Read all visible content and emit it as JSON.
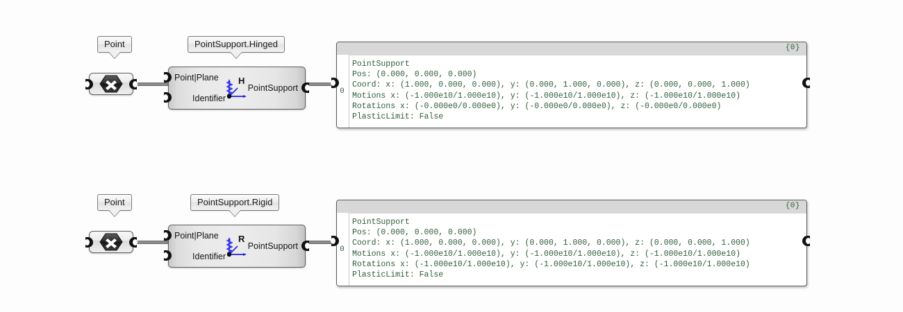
{
  "app": {
    "canvas_name": "grasshopper-canvas",
    "background": "#fdfdfd",
    "wire_color": "#8a8a8a",
    "text_color": "#2f5d3a",
    "icon_accent": "#2020e0"
  },
  "rows": [
    {
      "id": "hinged",
      "point_label": "Point",
      "component_label": "PointSupport.Hinged",
      "component": {
        "input_a": "Point|Plane",
        "input_b": "Identifier",
        "output": "PointSupport",
        "icon_letter": "H",
        "icon_name": "hinged-support-icon"
      },
      "panel": {
        "count": "{0}",
        "index": "0",
        "lines": [
          "PointSupport",
          "Pos: (0.000, 0.000, 0.000)",
          "Coord: x: (1.000, 0.000, 0.000), y: (0.000, 1.000, 0.000), z: (0.000, 0.000, 1.000)",
          "Motions x: (-1.000e10/1.000e10), y: (-1.000e10/1.000e10), z: (-1.000e10/1.000e10)",
          "Rotations x: (-0.000e0/0.000e0), y: (-0.000e0/0.000e0), z: (-0.000e0/0.000e0)",
          "PlasticLimit: False"
        ]
      }
    },
    {
      "id": "rigid",
      "point_label": "Point",
      "component_label": "PointSupport.Rigid",
      "component": {
        "input_a": "Point|Plane",
        "input_b": "Identifier",
        "output": "PointSupport",
        "icon_letter": "R",
        "icon_name": "rigid-support-icon"
      },
      "panel": {
        "count": "{0}",
        "index": "0",
        "lines": [
          "PointSupport",
          "Pos: (0.000, 0.000, 0.000)",
          "Coord: x: (1.000, 0.000, 0.000), y: (0.000, 1.000, 0.000), z: (0.000, 0.000, 1.000)",
          "Motions x: (-1.000e10/1.000e10), y: (-1.000e10/1.000e10), z: (-1.000e10/1.000e10)",
          "Rotations x: (-1.000e10/1.000e10), y: (-1.000e10/1.000e10), z: (-1.000e10/1.000e10)",
          "PlasticLimit: False"
        ]
      }
    }
  ]
}
